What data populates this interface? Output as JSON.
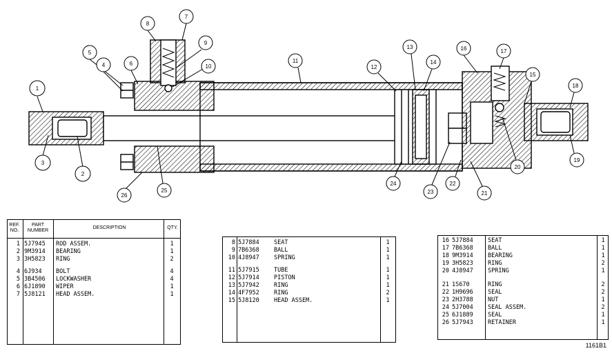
{
  "callouts": [
    "1",
    "2",
    "3",
    "4",
    "5",
    "6",
    "7",
    "8",
    "9",
    "10",
    "11",
    "12",
    "13",
    "14",
    "15",
    "16",
    "17",
    "18",
    "19",
    "20",
    "21",
    "22",
    "23",
    "24",
    "25",
    "26"
  ],
  "table1": {
    "headers": {
      "ref": "REF. NO.",
      "part": "PART NUMBER",
      "desc": "DESCRIPTION",
      "qty": "QTY."
    },
    "rows": [
      {
        "ref": "1",
        "part": "5J7945",
        "desc": "ROD ASSEM.",
        "qty": "1"
      },
      {
        "ref": "2",
        "part": "9M3914",
        "desc": "BEARING",
        "qty": "1"
      },
      {
        "ref": "3",
        "part": "3H5823",
        "desc": "RING",
        "qty": "2"
      },
      {
        "ref": "4",
        "part": "6J934",
        "desc": "BOLT",
        "qty": "4"
      },
      {
        "ref": "5",
        "part": "3B4506",
        "desc": "LOCKWASHER",
        "qty": "4"
      },
      {
        "ref": "6",
        "part": "6J1890",
        "desc": "WIPER",
        "qty": "1"
      },
      {
        "ref": "7",
        "part": "5J8121",
        "desc": "HEAD ASSEM.",
        "qty": "1"
      }
    ]
  },
  "table2": {
    "rows": [
      {
        "ref": "8",
        "part": "5J7884",
        "desc": "SEAT",
        "qty": "1"
      },
      {
        "ref": "9",
        "part": "7B6368",
        "desc": "BALL",
        "qty": "1"
      },
      {
        "ref": "10",
        "part": "4J8947",
        "desc": "SPRING",
        "qty": "1"
      },
      {
        "ref": "11",
        "part": "5J7915",
        "desc": "TUBE",
        "qty": "1"
      },
      {
        "ref": "12",
        "part": "5J7914",
        "desc": "PISTON",
        "qty": "1"
      },
      {
        "ref": "13",
        "part": "5J7942",
        "desc": "RING",
        "qty": "1"
      },
      {
        "ref": "14",
        "part": "4F7952",
        "desc": "RING",
        "qty": "2"
      },
      {
        "ref": "15",
        "part": "5J8120",
        "desc": "HEAD ASSEM.",
        "qty": "1"
      }
    ]
  },
  "table3": {
    "rows": [
      {
        "ref": "16",
        "part": "5J7884",
        "desc": "SEAT",
        "qty": "1"
      },
      {
        "ref": "17",
        "part": "7B6368",
        "desc": "BALL",
        "qty": "1"
      },
      {
        "ref": "18",
        "part": "9M3914",
        "desc": "BEARING",
        "qty": "1"
      },
      {
        "ref": "19",
        "part": "3H5823",
        "desc": "RING",
        "qty": "2"
      },
      {
        "ref": "20",
        "part": "4J8947",
        "desc": "SPRING",
        "qty": "1"
      },
      {
        "ref": "21",
        "part": "1S670",
        "desc": "RING",
        "qty": "2"
      },
      {
        "ref": "22",
        "part": "1H9696",
        "desc": "SEAL",
        "qty": "2"
      },
      {
        "ref": "23",
        "part": "2H3788",
        "desc": "NUT",
        "qty": "1"
      },
      {
        "ref": "24",
        "part": "5J7004",
        "desc": "SEAL ASSEM.",
        "qty": "2"
      },
      {
        "ref": "25",
        "part": "6J1889",
        "desc": "SEAL",
        "qty": "1"
      },
      {
        "ref": "26",
        "part": "5J7943",
        "desc": "RETAINER",
        "qty": "1"
      }
    ]
  },
  "drawing_number": "1161B1"
}
